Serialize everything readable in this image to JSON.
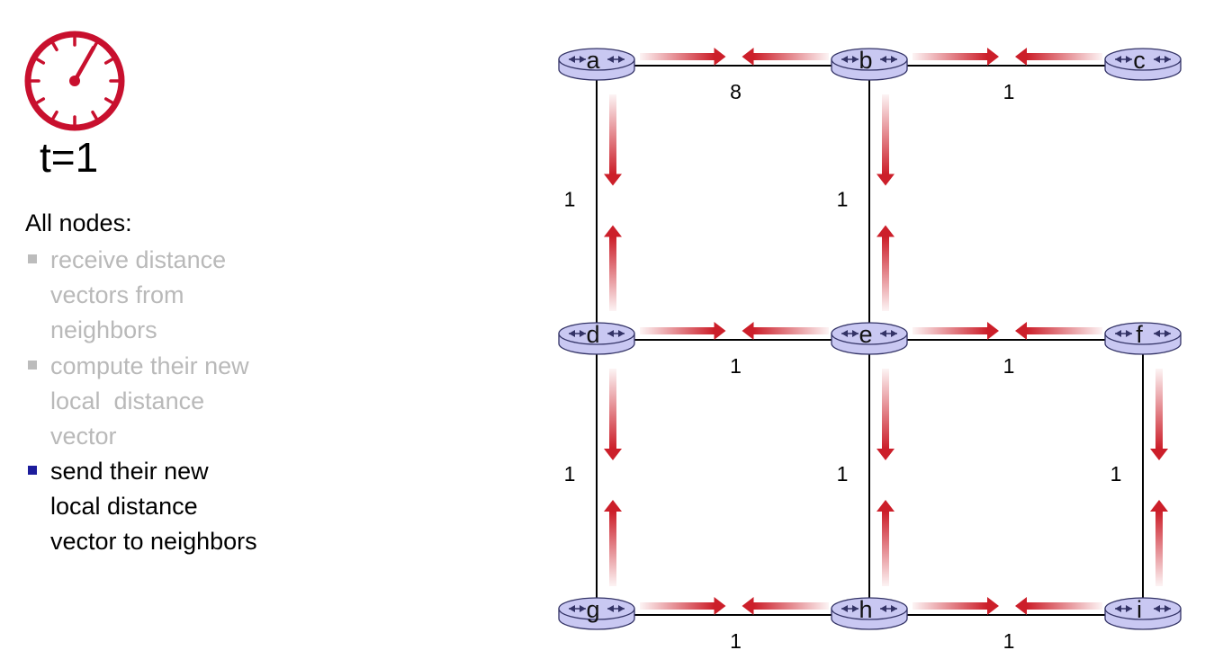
{
  "time_label": "t=1",
  "heading": "All nodes:",
  "steps": [
    {
      "lines": [
        "receive distance",
        "vectors from",
        "neighbors"
      ],
      "state": "inactive"
    },
    {
      "lines": [
        "compute their new",
        "local  distance",
        "vector"
      ],
      "state": "inactive"
    },
    {
      "lines": [
        "send their new",
        "local distance",
        "vector to neighbors"
      ],
      "state": "active"
    }
  ],
  "colors": {
    "accent": "#c8102e",
    "router_fill": "#c9c8f2",
    "router_stroke": "#333366",
    "muted_text": "#b9b9b9",
    "active_bullet": "#1c1c9c",
    "arrow": "#cc1f2a"
  },
  "icons": [
    "stopwatch-icon",
    "router-icon"
  ],
  "nodes": [
    "a",
    "b",
    "c",
    "d",
    "e",
    "f",
    "g",
    "h",
    "i"
  ],
  "links": [
    {
      "from": "a",
      "to": "b",
      "cost": "8"
    },
    {
      "from": "b",
      "to": "c",
      "cost": "1"
    },
    {
      "from": "a",
      "to": "d",
      "cost": "1"
    },
    {
      "from": "b",
      "to": "e",
      "cost": "1"
    },
    {
      "from": "d",
      "to": "e",
      "cost": "1"
    },
    {
      "from": "e",
      "to": "f",
      "cost": "1"
    },
    {
      "from": "d",
      "to": "g",
      "cost": "1"
    },
    {
      "from": "e",
      "to": "h",
      "cost": "1"
    },
    {
      "from": "f",
      "to": "i",
      "cost": "1"
    },
    {
      "from": "g",
      "to": "h",
      "cost": "1"
    },
    {
      "from": "h",
      "to": "i",
      "cost": "1"
    }
  ]
}
